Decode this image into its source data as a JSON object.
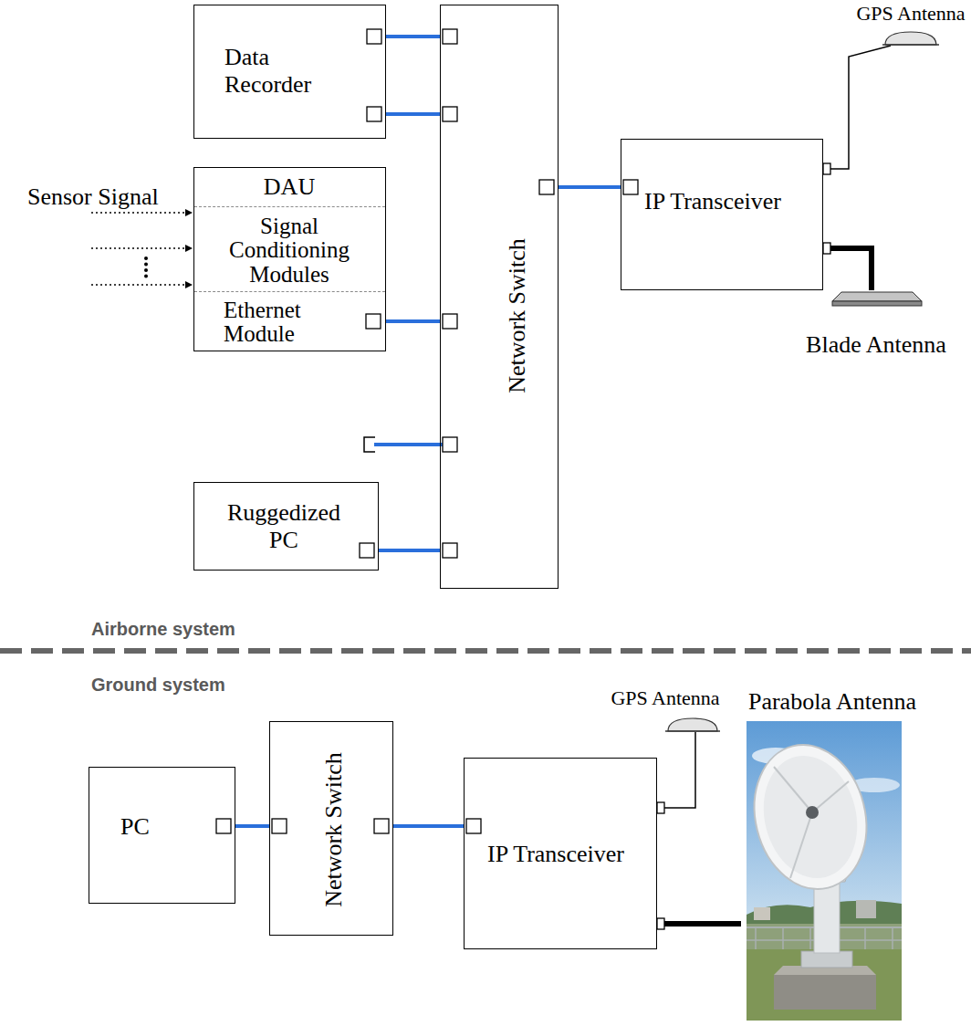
{
  "diagram": {
    "nodes": [
      {
        "text": [
          "Data Recorder"
        ]
      },
      {
        "text": [
          "DAU"
        ]
      },
      {
        "text": [
          "Signal Conditioning Modules"
        ],
        "in": 1
      },
      {
        "text": [
          "Ethernet Module"
        ],
        "in": 1
      },
      {
        "text": [
          "Network Switch"
        ]
      },
      {
        "text": [
          "Ruggedized PC"
        ]
      },
      {
        "text": [
          "IP Transceiver"
        ]
      },
      {
        "text": [
          "GPS Antenna"
        ]
      },
      {
        "text": [
          "Blade Antenna"
        ]
      },
      {
        "text": [
          "PC"
        ]
      },
      {
        "text": [
          "Network Switch"
        ]
      },
      {
        "text": [
          "IP Transceiver"
        ]
      },
      {
        "text": [
          "GPS Antenna"
        ]
      },
      {
        "text": [
          "Parabola Antenna"
        ]
      }
    ],
    "edges": [
      {
        "from": 0,
        "to": 4,
        "arrow": "none"
      },
      {
        "from": 0,
        "to": 4,
        "arrow": "none"
      },
      {
        "from": 3,
        "to": 4,
        "arrow": "none"
      },
      {
        "from": 5,
        "to": 4,
        "arrow": "none"
      },
      {
        "from": 4,
        "to": 6,
        "arrow": "none"
      },
      {
        "from": 6,
        "to": 7,
        "arrow": "none"
      },
      {
        "from": 6,
        "to": 8,
        "arrow": "none"
      },
      {
        "from": 9,
        "to": 10,
        "arrow": "none"
      },
      {
        "from": 10,
        "to": 11,
        "arrow": "none"
      },
      {
        "from": 11,
        "to": 12,
        "arrow": "none"
      },
      {
        "from": 11,
        "to": 13,
        "arrow": "none"
      }
    ],
    "labels": [
      "Sensor Signal",
      "Airborne system",
      "Ground system"
    ]
  }
}
